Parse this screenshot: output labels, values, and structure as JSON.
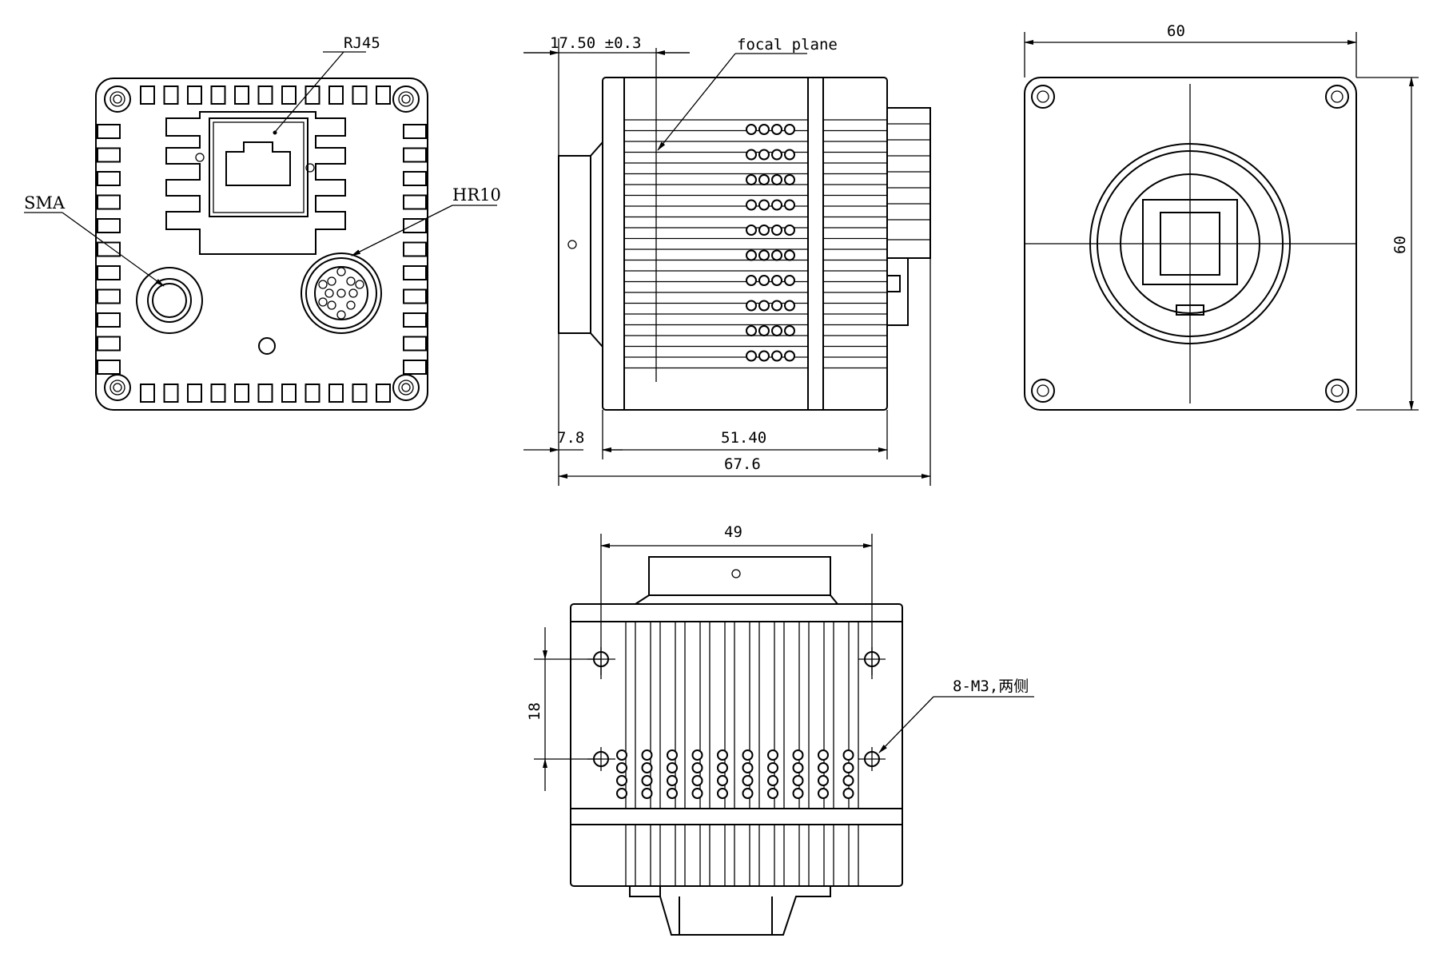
{
  "back_view": {
    "rj45_label": "RJ45",
    "sma_label": "SMA",
    "hr10_label": "HR10"
  },
  "side_view": {
    "flange_dim": "17.50 ±0.3",
    "focal_plane_label": "focal plane",
    "dim_7_8": "7.8",
    "dim_51_40": "51.40",
    "dim_67_6": "67.6"
  },
  "front_view": {
    "width_dim": "60",
    "height_dim": "60"
  },
  "bottom_view": {
    "width_dim": "49",
    "spacing_dim": "18",
    "screw_label": "8-M3,两侧"
  }
}
